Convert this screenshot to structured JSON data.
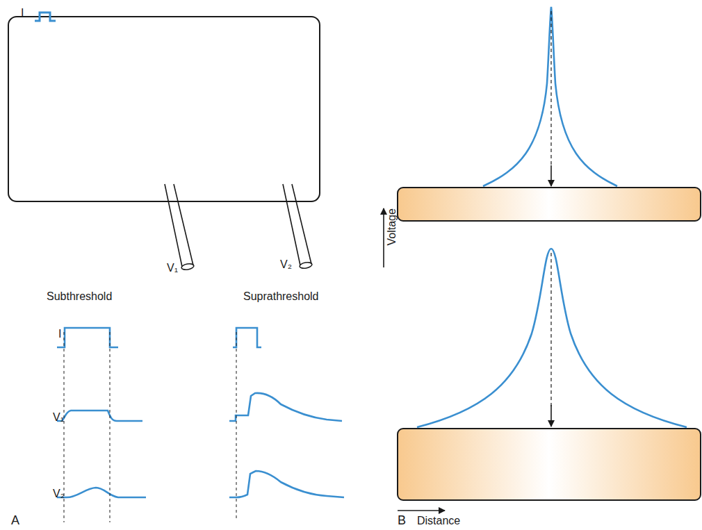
{
  "diagram": {
    "labels": [
      "I",
      "V₁",
      "V₂",
      "Subthreshold",
      "Suprathreshold",
      "I",
      "V₁",
      "V₂",
      "A",
      "Voltage",
      "B",
      "Distance"
    ]
  }
}
